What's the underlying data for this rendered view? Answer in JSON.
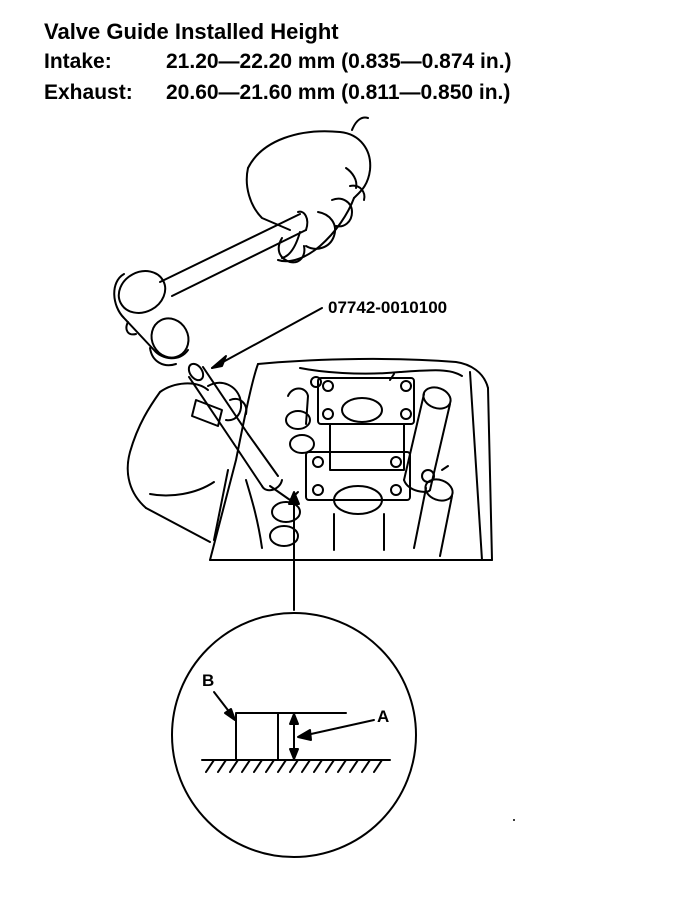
{
  "header": {
    "title": "Valve Guide Installed Height",
    "rows": [
      {
        "label": "Intake:",
        "value": "21.20—22.20 mm (0.835—0.874 in.)"
      },
      {
        "label": "Exhaust:",
        "value": "20.60—21.60 mm (0.811—0.850 in.)"
      }
    ]
  },
  "callouts": {
    "tool": "07742-0010100",
    "a": "A",
    "b": "B"
  },
  "icons": [
    "hammer-icon",
    "hand-icon",
    "driver-tool-icon",
    "cylinder-head-icon",
    "magnifier-circle-icon"
  ],
  "colors": {
    "ink": "#000000",
    "paper": "#ffffff"
  }
}
